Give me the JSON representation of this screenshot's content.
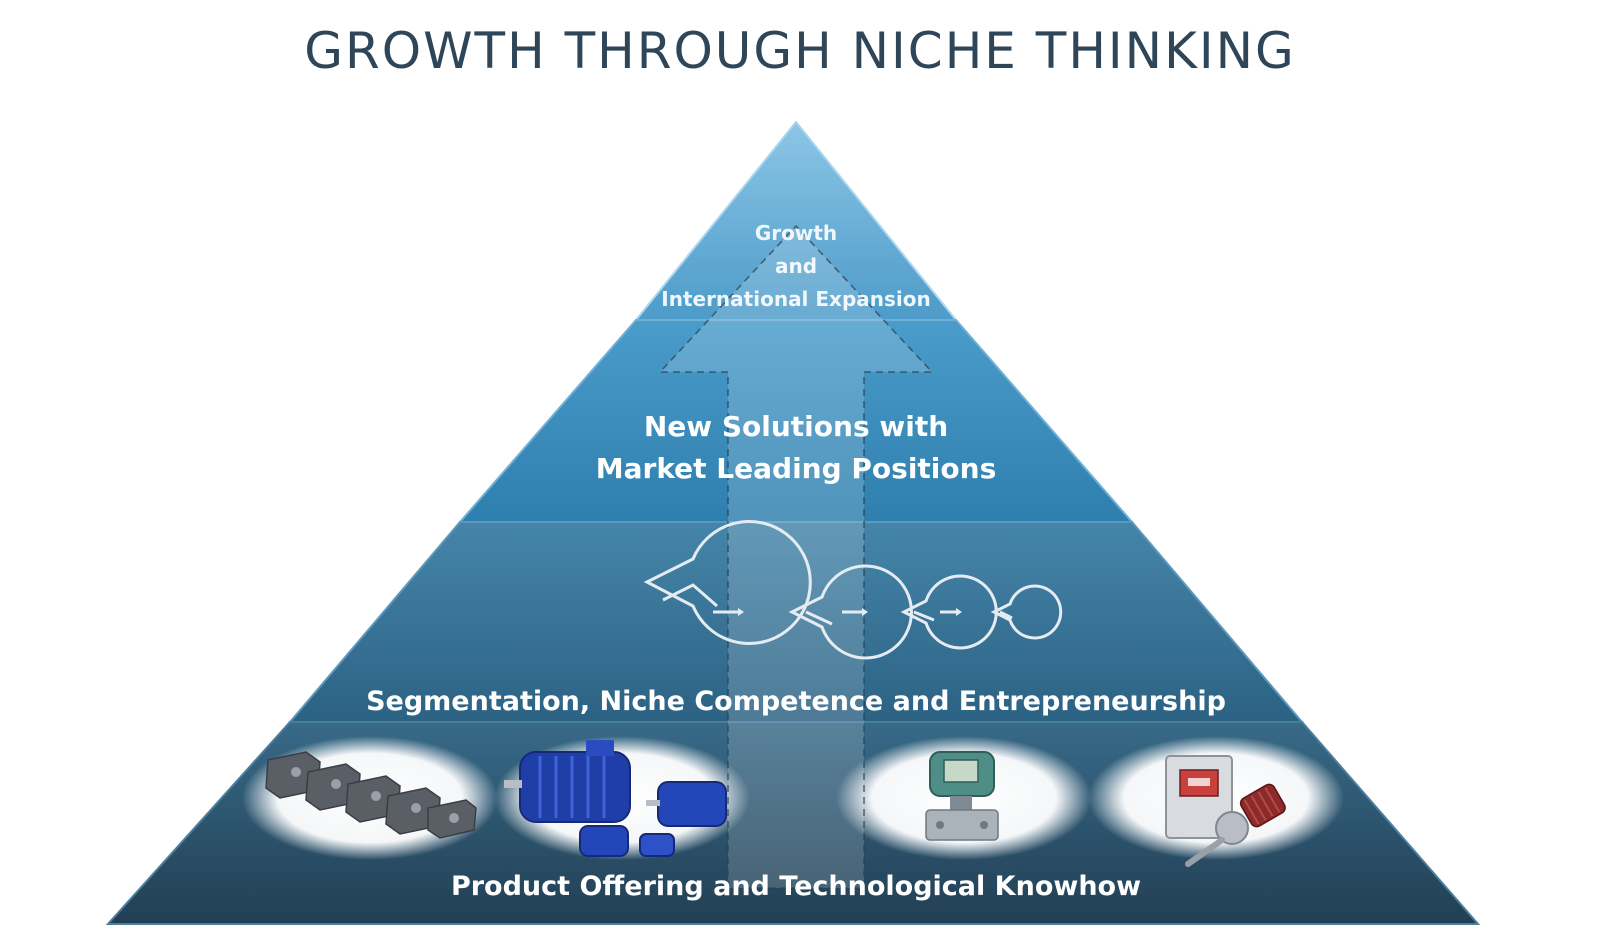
{
  "title": "GROWTH THROUGH NICHE THINKING",
  "tiers": {
    "top": {
      "lines": [
        "Growth",
        "and",
        "International Expansion"
      ]
    },
    "upper": {
      "lines": [
        "New Solutions with",
        "Market Leading Positions"
      ]
    },
    "middle": {
      "label": "Segmentation, Niche Competence and Entrepreneurship"
    },
    "base": {
      "label": "Product Offering and Technological Knowhow"
    }
  },
  "icons": [
    "pie-chart-icon",
    "pie-chart-icon",
    "pie-chart-icon",
    "pie-chart-icon"
  ],
  "products": [
    "chain-icon",
    "electric-motor-icon",
    "pressure-transmitter-icon",
    "gas-analyzer-icon"
  ],
  "colors": {
    "title": "#2f4558",
    "tier_top": "#6fb3d8",
    "tier_upper": "#3f8fbd",
    "tier_middle": "#3a7496",
    "tier_base": "#2d5670",
    "text": "#ffffff"
  }
}
